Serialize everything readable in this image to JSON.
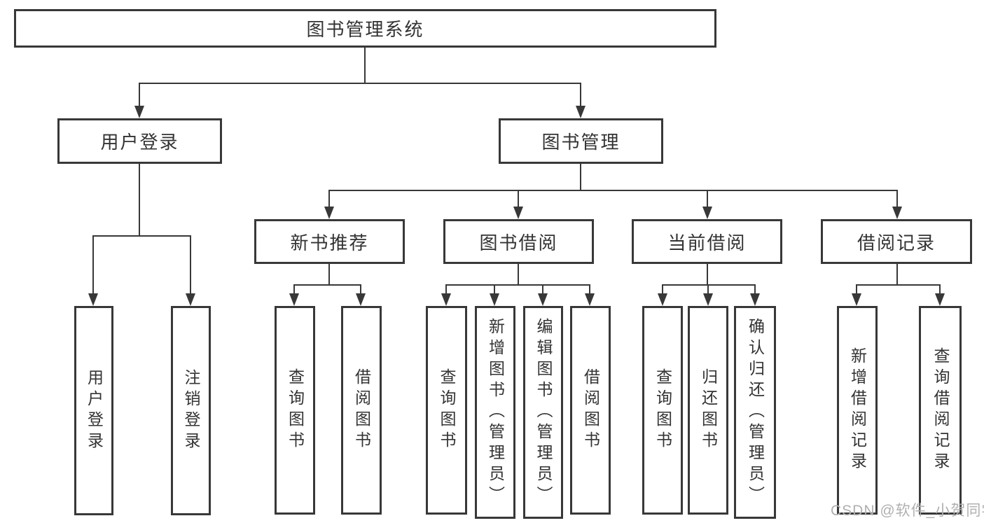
{
  "colors": {
    "line": "#383838",
    "text": "#333333",
    "watermark_text": "#b0b0b0",
    "background": "#ffffff"
  },
  "nodes": {
    "root": "图书管理系统",
    "user_login": "用户登录",
    "book_mgmt": "图书管理",
    "new_books": "新书推荐",
    "book_borrow": "图书借阅",
    "current_borrow": "当前借阅",
    "borrow_records": "借阅记录",
    "leaf_user_login": "用户登录",
    "leaf_logout": "注销登录",
    "leaf_nb_query": "查询图书",
    "leaf_nb_borrow": "借阅图书",
    "leaf_bb_query": "查询图书",
    "leaf_bb_add": "新增图书（管理员）",
    "leaf_bb_edit": "编辑图书（管理员）",
    "leaf_bb_borrow": "借阅图书",
    "leaf_cb_query": "查询图书",
    "leaf_cb_return": "归还图书",
    "leaf_cb_confirm": "确认归还（管理员）",
    "leaf_br_add": "新增借阅记录",
    "leaf_br_query": "查询借阅记录"
  },
  "watermark": "CSDN @软件_小贺同学"
}
